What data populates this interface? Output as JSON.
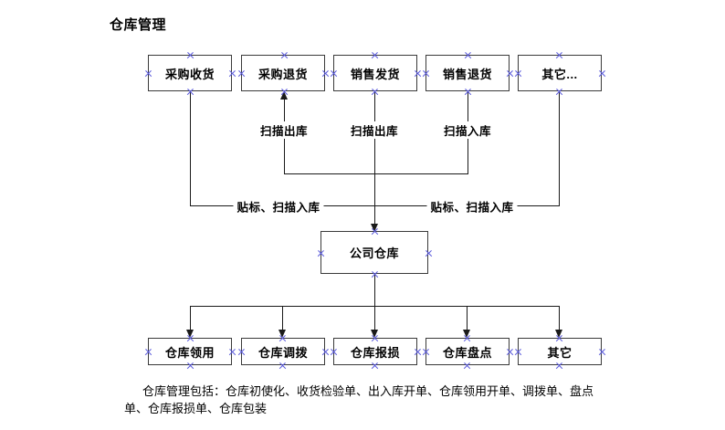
{
  "title": "仓库管理",
  "diagram": {
    "type": "flowchart",
    "top_row": [
      {
        "id": "purchase-receipt",
        "label": "采购收货"
      },
      {
        "id": "purchase-return",
        "label": "采购退货"
      },
      {
        "id": "sales-delivery",
        "label": "销售发货"
      },
      {
        "id": "sales-return",
        "label": "销售退货"
      },
      {
        "id": "other-top",
        "label": "其它..."
      }
    ],
    "center": {
      "id": "company-warehouse",
      "label": "公司仓库"
    },
    "bottom_row": [
      {
        "id": "warehouse-requisition",
        "label": "仓库领用"
      },
      {
        "id": "warehouse-transfer",
        "label": "仓库调拨"
      },
      {
        "id": "warehouse-damage",
        "label": "仓库报损"
      },
      {
        "id": "warehouse-stocktake",
        "label": "仓库盘点"
      },
      {
        "id": "other-bottom",
        "label": "其它"
      }
    ],
    "edge_labels": {
      "scan_out_1": "扫描出库",
      "scan_out_2": "扫描出库",
      "scan_in_1": "扫描入库",
      "label_scan_in_left": "贴标、扫描入库",
      "label_scan_in_right": "贴标、扫描入库"
    },
    "colors": {
      "line": "#1a1a1a",
      "box_border": "#3a3a3a",
      "handle": "#5b5bdc",
      "background": "#ffffff",
      "text": "#000000"
    }
  },
  "footer": {
    "line1": "仓库管理包括：仓库初使化、收货检验单、出入库开单、仓库领用开单、调拨单、盘点",
    "line2": "单、仓库报损单、仓库包装"
  }
}
